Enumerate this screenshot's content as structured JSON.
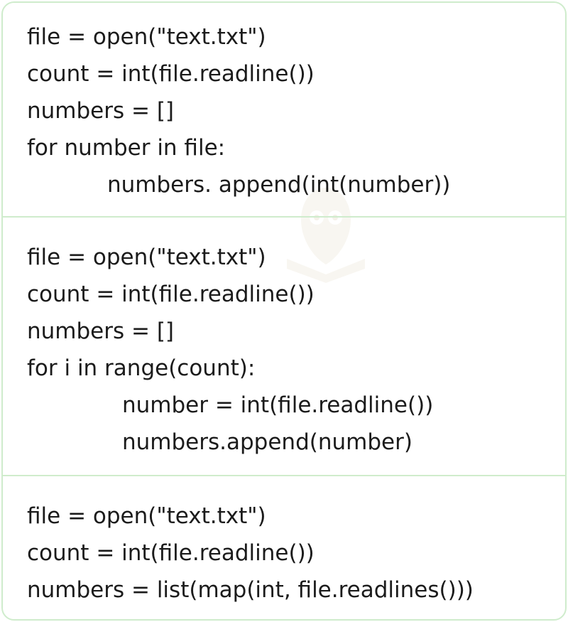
{
  "blocks": [
    {
      "lines": [
        "file = open(\"text.txt\")",
        "count = int(file.readline())",
        "numbers = []",
        "for number in file:",
        "numbers. append(int(number))"
      ]
    },
    {
      "lines": [
        "file = open(\"text.txt\")",
        "count = int(file.readline())",
        "numbers = []",
        "for i in range(count):",
        "number = int(file.readline())",
        "numbers.append(number)"
      ]
    },
    {
      "lines": [
        "file = open(\"text.txt\")",
        "count = int(file.readline())",
        "numbers = list(map(int, file.readlines()))"
      ]
    }
  ],
  "colors": {
    "border": "#cfeccc",
    "text": "#1b1b1b",
    "watermark": "#f3f0e6"
  },
  "icons": {
    "watermark": "owl-watermark-icon"
  }
}
